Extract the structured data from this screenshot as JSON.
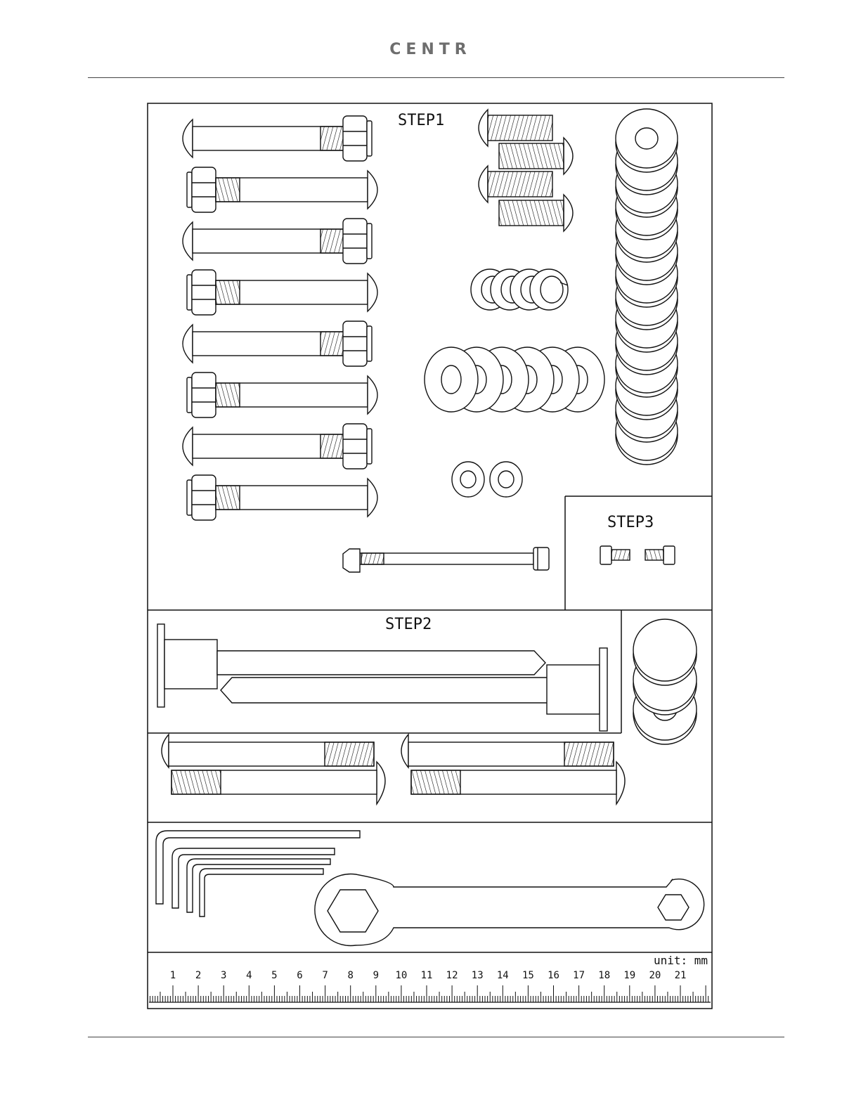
{
  "header": {
    "brand": "CENTR"
  },
  "steps": {
    "step1": "STEP1",
    "step2": "STEP2",
    "step3": "STEP3"
  },
  "ruler": {
    "unit": "unit: mm",
    "ticks": [
      "1",
      "2",
      "3",
      "4",
      "5",
      "6",
      "7",
      "8",
      "9",
      "10",
      "11",
      "12",
      "13",
      "14",
      "15",
      "16",
      "17",
      "18",
      "19",
      "20",
      "21"
    ]
  },
  "parts": {
    "long_bolts_step1": 8,
    "short_bolts_step1": 4,
    "split_lock_washers": 4,
    "large_flat_washers_row": 6,
    "small_washers": 2,
    "stacked_washers_column": 14,
    "step3_screws": 2,
    "step2_washers": 3,
    "step2_bolts": 4,
    "hex_keys": 4
  }
}
